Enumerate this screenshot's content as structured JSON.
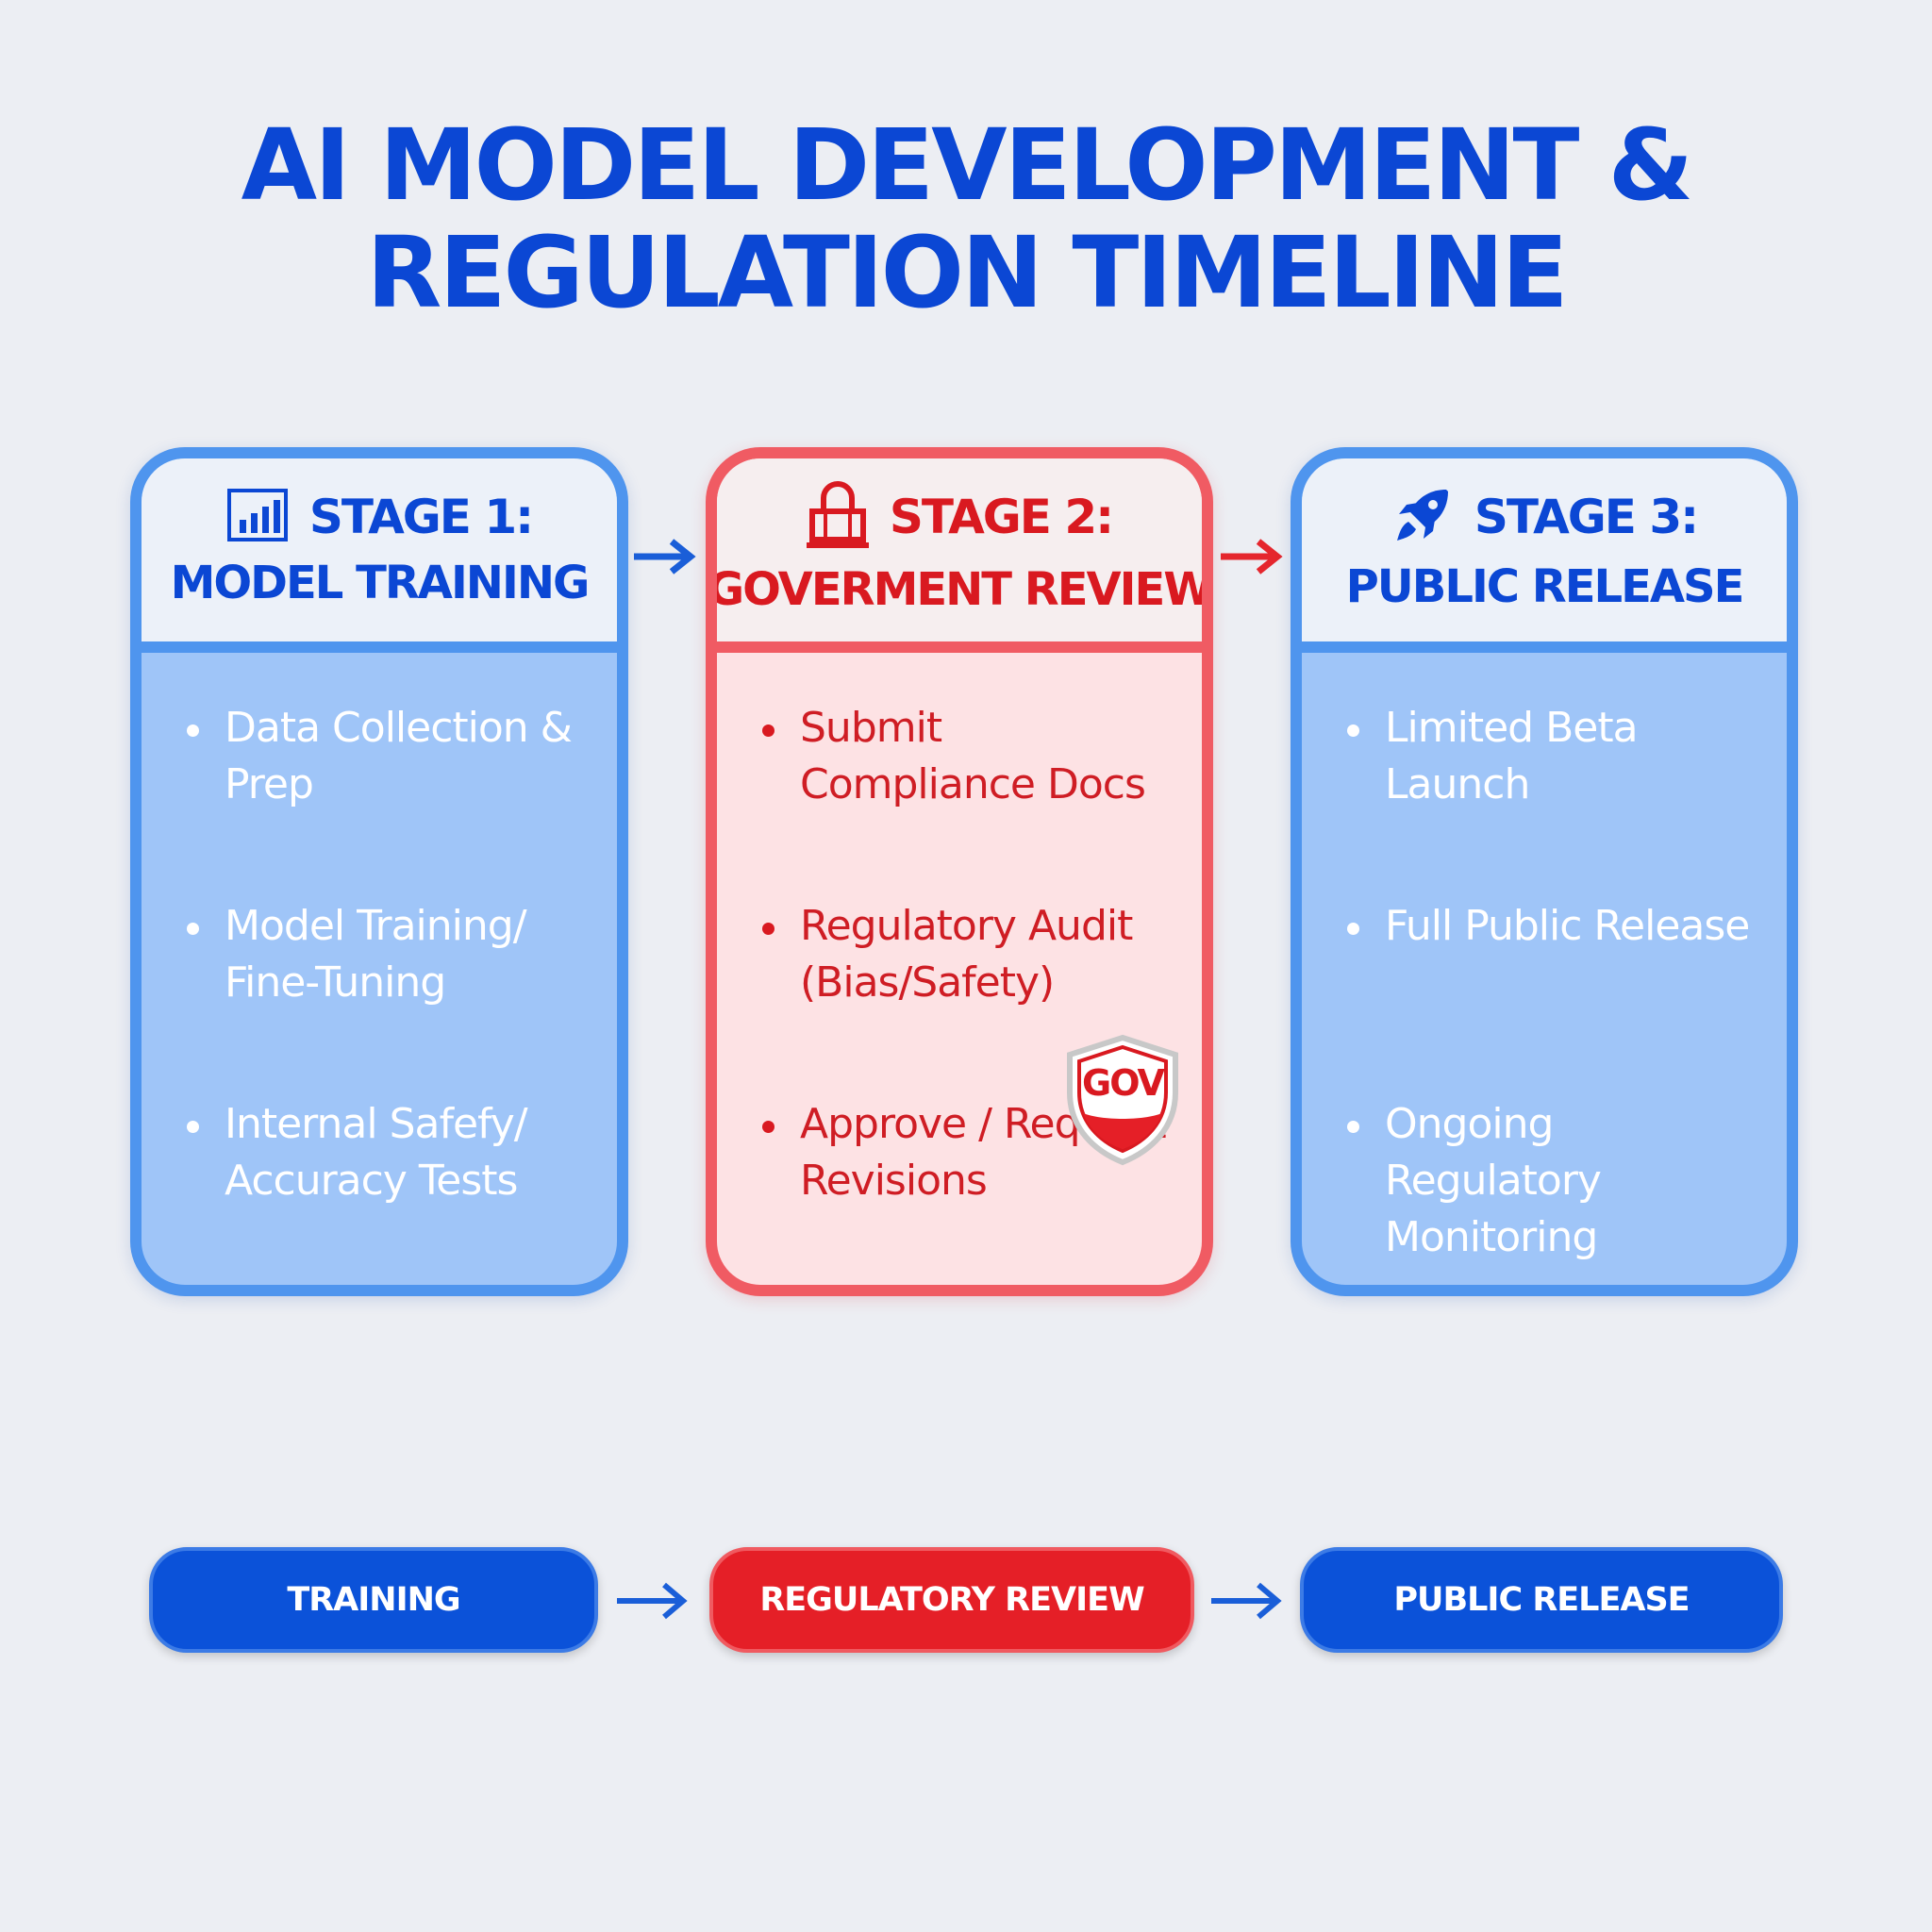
{
  "title": {
    "line1": "AI MODEL DEVELOPMENT &",
    "line2": "REGULATION TIMELINE"
  },
  "stages": [
    {
      "number": "STAGE 1:",
      "name": "MODEL TRAINING",
      "icon": "bar-chart-icon",
      "items": [
        "Data Collection & Prep",
        "Model Training/ Fine-Tuning",
        "Internal Safefy/ Accuracy Tests"
      ]
    },
    {
      "number": "STAGE 2:",
      "name": "GOVERMENT REVIEW",
      "icon": "lock-icon",
      "items": [
        "Submit Compliance Docs",
        "Regulatory Audit (Bias/Safety)",
        "Approve / Request Revisions"
      ],
      "badge": "GOV"
    },
    {
      "number": "STAGE 3:",
      "name": "PUBLIC RELEASE",
      "icon": "rocket-icon",
      "items": [
        "Limited Beta Launch",
        "Full Public Release",
        "Ongoing Regulatory Monitoring"
      ]
    }
  ],
  "flow": [
    "TRAINING",
    "REGULATORY REVIEW",
    "PUBLIC RELEASE"
  ],
  "colors": {
    "blue": "#0b47d4",
    "red": "#e51f27",
    "light_blue": "#9fc5f8",
    "light_red": "#fde2e4",
    "background": "#eceef3"
  }
}
